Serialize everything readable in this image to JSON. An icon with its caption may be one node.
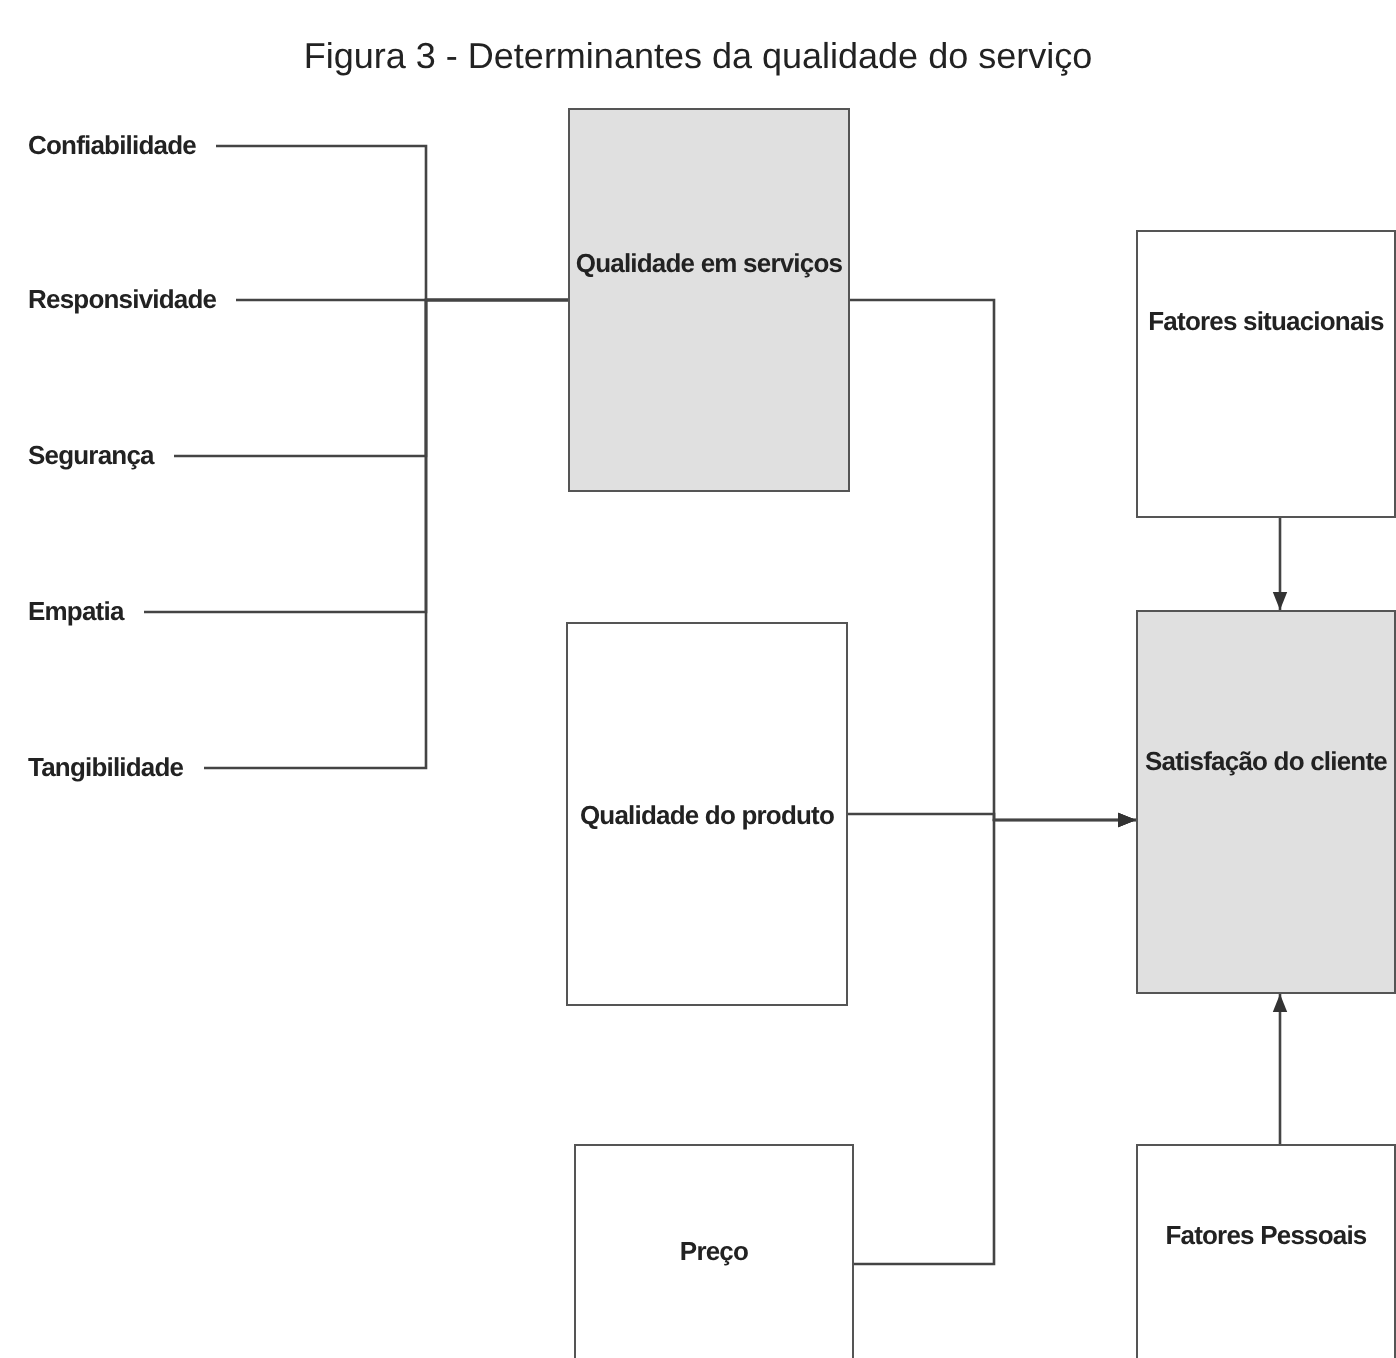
{
  "diagram": {
    "title": "Figura 3 - Determinantes da qualidade do serviço",
    "nodes": [
      {
        "text": [
          "Confiabilidade"
        ]
      },
      {
        "text": [
          "Responsividade"
        ]
      },
      {
        "text": [
          "Segurança"
        ]
      },
      {
        "text": [
          "Empatia"
        ]
      },
      {
        "text": [
          "Tangibilidade"
        ]
      },
      {
        "text": [
          "Qualidade em serviços"
        ]
      },
      {
        "text": [
          "Qualidade do produto"
        ]
      },
      {
        "text": [
          "Preço"
        ]
      },
      {
        "text": [
          "Fatores situacionais"
        ]
      },
      {
        "text": [
          "Satisfação do cliente"
        ]
      },
      {
        "text": [
          "Fatores Pessoais"
        ]
      }
    ],
    "edges": [
      {
        "from": 0,
        "to": 5,
        "arrow": "none"
      },
      {
        "from": 1,
        "to": 5,
        "arrow": "none"
      },
      {
        "from": 2,
        "to": 5,
        "arrow": "none"
      },
      {
        "from": 3,
        "to": 5,
        "arrow": "none"
      },
      {
        "from": 4,
        "to": 5,
        "arrow": "none"
      },
      {
        "from": 5,
        "to": 9,
        "arrow": "to"
      },
      {
        "from": 6,
        "to": 9,
        "arrow": "to"
      },
      {
        "from": 7,
        "to": 9,
        "arrow": "to"
      },
      {
        "from": 8,
        "to": 9,
        "arrow": "to"
      },
      {
        "from": 10,
        "to": 9,
        "arrow": "to"
      }
    ]
  }
}
